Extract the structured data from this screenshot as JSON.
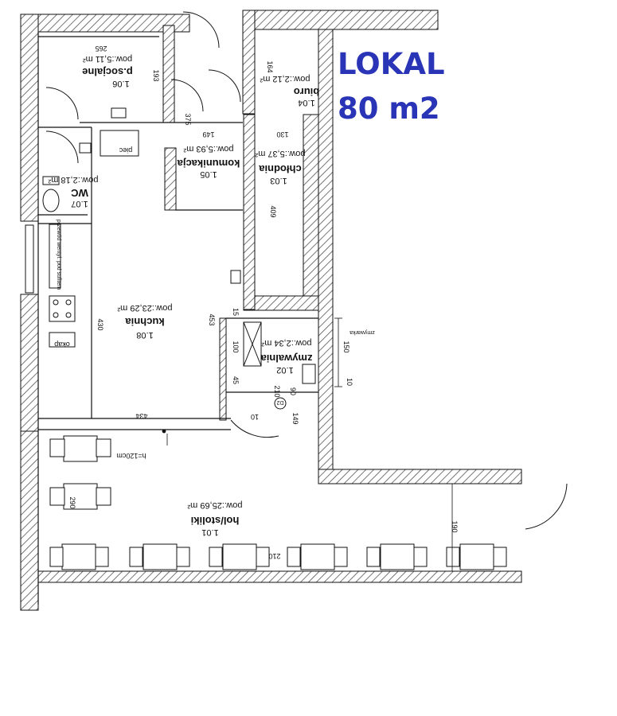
{
  "title": {
    "line1": "LOKAL",
    "line2": "80 m2"
  },
  "colors": {
    "title": "#2a34b6",
    "wall_fill": "#ffffff",
    "wall_hatch": "#555555",
    "line": "#111111"
  },
  "rooms": [
    {
      "id": "r101",
      "number": "1.01",
      "name": "hol/stoliki",
      "area": "pow.:25,69 m²"
    },
    {
      "id": "r102",
      "number": "1.02",
      "name": "zmywalnia",
      "area": "pow.:2,34 m²"
    },
    {
      "id": "r103",
      "number": "1.03",
      "name": "chłodnia",
      "area": "pow.:5,37 m²"
    },
    {
      "id": "r104",
      "number": "1.04",
      "name": "biuro",
      "area": "pow.:2,12 m²"
    },
    {
      "id": "r105",
      "number": "1.05",
      "name": "komunikacja",
      "area": "pow.:5,93 m²"
    },
    {
      "id": "r106",
      "number": "1.06",
      "name": "p.socjalne",
      "area": "pow.:5,11 m²"
    },
    {
      "id": "r107",
      "number": "1.07",
      "name": "WC",
      "area": "pow.:2,18 m²"
    },
    {
      "id": "r108",
      "number": "1.08",
      "name": "kuchnia",
      "area": "pow.:23,29 m²"
    }
  ],
  "dimensions": [
    "265",
    "193",
    "375",
    "149",
    "130",
    "164",
    "409",
    "430",
    "453",
    "434",
    "15",
    "100",
    "150",
    "45",
    "210",
    "90",
    "10",
    "10",
    "149",
    "290",
    "190",
    "210",
    "h=120cm"
  ],
  "annotations": {
    "piec": "piec",
    "okap": "okap",
    "vent": "przewód wentyl. pod sufitem",
    "zmywarka": "zmywarka",
    "door_tag": "D2"
  }
}
